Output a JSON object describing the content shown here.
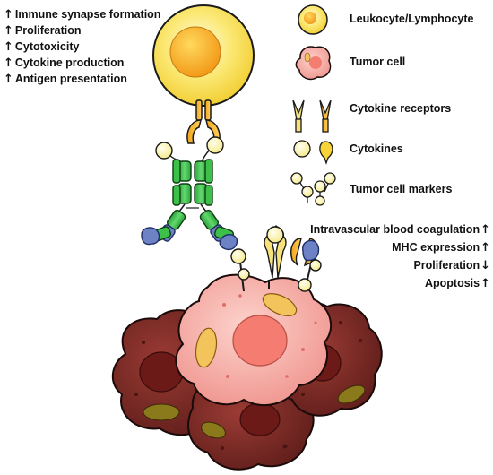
{
  "left_effects": [
    {
      "direction": "↑",
      "label": "Immune synapse formation"
    },
    {
      "direction": "↑",
      "label": "Proliferation"
    },
    {
      "direction": "↑",
      "label": "Cytotoxicity"
    },
    {
      "direction": "↑",
      "label": "Cytokine production"
    },
    {
      "direction": "↑",
      "label": "Antigen presentation"
    }
  ],
  "legend": [
    {
      "label": "Leukocyte/Lymphocyte",
      "icon": "leukocyte-icon"
    },
    {
      "label": "Tumor cell",
      "icon": "tumor-cell-icon"
    },
    {
      "label": "Cytokine receptors",
      "icon": "cytokine-receptor-icon"
    },
    {
      "label": "Cytokines",
      "icon": "cytokine-icon"
    },
    {
      "label": "Tumor cell markers",
      "icon": "tumor-marker-icon"
    }
  ],
  "right_effects": [
    {
      "label": "Intravascular blood coagulation",
      "direction": "↑"
    },
    {
      "label": "MHC expression",
      "direction": "↑"
    },
    {
      "label": "Proliferation",
      "direction": "↓"
    },
    {
      "label": "Apoptosis",
      "direction": "↑"
    }
  ],
  "colors": {
    "leukocyte": "#f7df4e",
    "leukocyte_nucleus": "#f5a623",
    "tumor": "#f2a4a0",
    "tumor_dark": "#7a2a25",
    "antibody": "#3bbf4d",
    "receptor_blue": "#6d82c4",
    "cytokine": "#fbf3a6"
  }
}
